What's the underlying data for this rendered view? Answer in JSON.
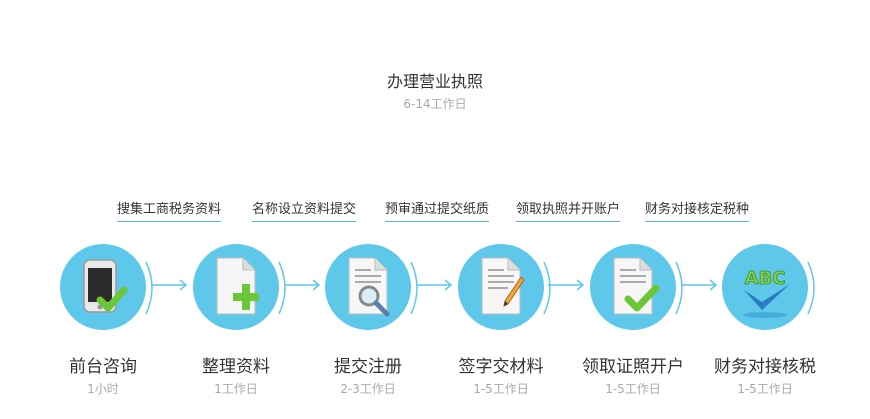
{
  "header": {
    "title": "办理营业执照",
    "subtitle": "6-14工作日"
  },
  "phases": [
    {
      "label": "搜集工商税务资料"
    },
    {
      "label": "名称设立资料提交"
    },
    {
      "label": "预审通过提交纸质"
    },
    {
      "label": "领取执照并开账户"
    },
    {
      "label": "财务对接核定税种"
    }
  ],
  "steps": [
    {
      "name": "前台咨询",
      "duration": "1小时",
      "icon": "phone-check-icon"
    },
    {
      "name": "整理资料",
      "duration": "1工作日",
      "icon": "document-add-icon"
    },
    {
      "name": "提交注册",
      "duration": "2-3工作日",
      "icon": "document-search-icon"
    },
    {
      "name": "签字交材料",
      "duration": "1-5工作日",
      "icon": "document-sign-icon"
    },
    {
      "name": "领取证照开户",
      "duration": "1-5工作日",
      "icon": "document-check-icon"
    },
    {
      "name": "财务对接核税",
      "duration": "1-5工作日",
      "icon": "abc-check-icon"
    }
  ],
  "colors": {
    "circle": "#5ec8ea",
    "accent": "#5ab8e0",
    "check": "#6cc63a"
  },
  "abc_icon_text": "ABC"
}
